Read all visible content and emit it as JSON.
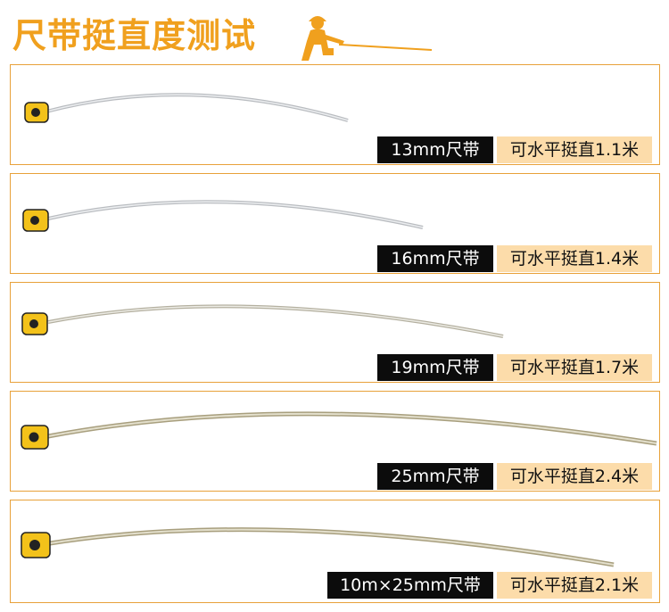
{
  "header": {
    "title": "尺带挺直度测试"
  },
  "colors": {
    "accent": "#f0a01e",
    "panel_border": "#e8a13a",
    "label_dark_bg": "#0c0c0c",
    "label_light_bg": "#fcdcaa"
  },
  "tests": [
    {
      "tape": "13mm尺带",
      "result": "可水平挺直1.1米"
    },
    {
      "tape": "16mm尺带",
      "result": "可水平挺直1.4米"
    },
    {
      "tape": "19mm尺带",
      "result": "可水平挺直1.7米"
    },
    {
      "tape": "25mm尺带",
      "result": "可水平挺直2.4米"
    },
    {
      "tape": "10m×25mm尺带",
      "result": "可水平挺直2.1米"
    }
  ]
}
